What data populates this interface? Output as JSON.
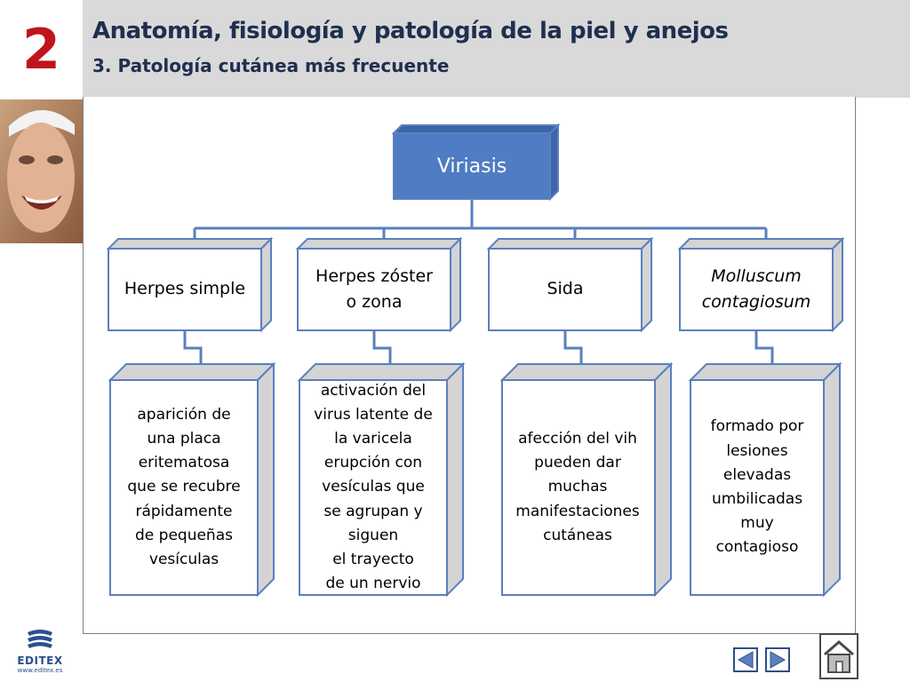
{
  "header": {
    "chapter_number": "2",
    "title": "Anatomía, fisiología y patología de la piel y anejos",
    "subtitle": "3. Patología cutánea más frecuente"
  },
  "diagram": {
    "root": "Viriasis",
    "categories": [
      {
        "label": "Herpes simple",
        "italic": false,
        "description": "aparición de\nuna placa\neritematosa\nque se recubre\nrápidamente\nde pequeñas\nvesículas"
      },
      {
        "label": "Herpes zóster\no zona",
        "italic": false,
        "description": "activación del\nvirus latente de\nla varicela\nerupción con\nvesículas que\nse agrupan y\nsiguen\nel trayecto\nde un nervio"
      },
      {
        "label": "Sida",
        "italic": false,
        "description": "afección del vih\npueden dar\nmuchas\nmanifestaciones\ncutáneas"
      },
      {
        "label": "Molluscum\ncontagiosum",
        "italic": true,
        "description": "formado por\nlesiones\nelevadas\numbilicadas\nmuy\ncontagioso"
      }
    ]
  },
  "footer": {
    "logo_name": "EDITEX",
    "logo_url": "www.editex.es"
  },
  "icons": {
    "prev": "triangle-left-icon",
    "next": "triangle-right-icon",
    "home": "home-icon"
  },
  "colors": {
    "accent_red": "#c0141c",
    "header_gray": "#d9d9d9",
    "title_navy": "#1f2f4f",
    "root_fill": "#4f7cc2",
    "box_border": "#5b7fbf"
  }
}
